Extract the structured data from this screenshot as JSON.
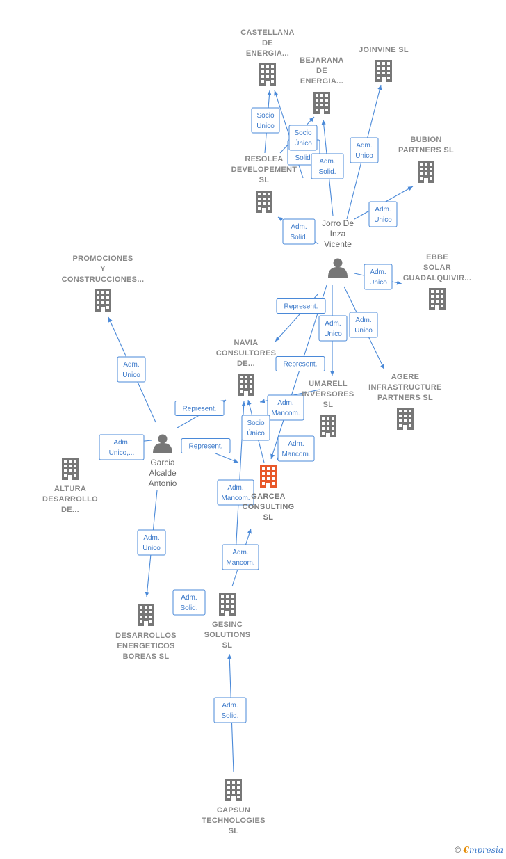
{
  "colors": {
    "edge": "#4a89d8",
    "company": "#777777",
    "center": "#e8582a",
    "person": "#777777"
  },
  "nodes": [
    {
      "id": "castellana",
      "type": "company",
      "label": [
        "CASTELLANA",
        "DE",
        "ENERGIA..."
      ]
    },
    {
      "id": "bejarana",
      "type": "company",
      "label": [
        "BEJARANA",
        "DE",
        "ENERGIA..."
      ]
    },
    {
      "id": "joinvine",
      "type": "company",
      "label": [
        "JOINVINE SL"
      ]
    },
    {
      "id": "bubion",
      "type": "company",
      "label": [
        "BUBION",
        "PARTNERS  SL"
      ]
    },
    {
      "id": "resolea",
      "type": "company",
      "label": [
        "RESOLEA",
        "DEVELOPEMENT",
        "SL"
      ]
    },
    {
      "id": "jorro",
      "type": "person",
      "label": [
        "Jorro De",
        "Inza",
        "Vicente"
      ]
    },
    {
      "id": "promociones",
      "type": "company",
      "label": [
        "PROMOCIONES",
        "Y",
        "CONSTRUCCIONES..."
      ]
    },
    {
      "id": "ebbe",
      "type": "company",
      "label": [
        "EBBE",
        "SOLAR",
        "GUADALQUIVIR..."
      ]
    },
    {
      "id": "navia",
      "type": "company",
      "label": [
        "NAVIA",
        "CONSULTORES",
        "DE..."
      ]
    },
    {
      "id": "umarell",
      "type": "company",
      "label": [
        "UMARELL",
        "INVERSORES",
        "SL"
      ]
    },
    {
      "id": "agere",
      "type": "company",
      "label": [
        "AGERE",
        "INFRASTRUCTURE",
        "PARTNERS  SL"
      ]
    },
    {
      "id": "garcia",
      "type": "person",
      "label": [
        "Garcia",
        "Alcalde",
        "Antonio"
      ]
    },
    {
      "id": "altura",
      "type": "company",
      "label": [
        "ALTURA",
        "DESARROLLO",
        "DE..."
      ]
    },
    {
      "id": "garcea",
      "type": "center",
      "label": [
        "GARCEA",
        "CONSULTING",
        "SL"
      ]
    },
    {
      "id": "desarrollos",
      "type": "company",
      "label": [
        "DESARROLLOS",
        "ENERGETICOS",
        "BOREAS SL"
      ]
    },
    {
      "id": "gesinc",
      "type": "company",
      "label": [
        "GESINC",
        "SOLUTIONS",
        "SL"
      ]
    },
    {
      "id": "capsun",
      "type": "company",
      "label": [
        "CAPSUN",
        "TECHNOLOGIES",
        "SL"
      ]
    }
  ],
  "edges": [
    {
      "from": "resolea",
      "to": "castellana",
      "label": [
        "Socio",
        "Único"
      ]
    },
    {
      "from": "jorro",
      "to": "castellana",
      "label": [
        "Adm.",
        "Solid."
      ]
    },
    {
      "from": "resolea",
      "to": "bejarana",
      "label": [
        "Socio",
        "Único"
      ]
    },
    {
      "from": "jorro",
      "to": "bejarana",
      "label": [
        "Adm.",
        "Solid."
      ]
    },
    {
      "from": "jorro",
      "to": "joinvine",
      "label": [
        "Adm.",
        "Unico"
      ]
    },
    {
      "from": "jorro",
      "to": "bubion",
      "label": [
        "Adm.",
        "Unico"
      ]
    },
    {
      "from": "jorro",
      "to": "resolea",
      "label": [
        "Adm.",
        "Solid."
      ]
    },
    {
      "from": "jorro",
      "to": "ebbe",
      "label": [
        "Adm.",
        "Unico"
      ]
    },
    {
      "from": "jorro",
      "to": "navia",
      "label": [
        "Represent."
      ]
    },
    {
      "from": "jorro",
      "to": "umarell",
      "label": [
        "Adm.",
        "Unico"
      ]
    },
    {
      "from": "jorro",
      "to": "agere",
      "label": [
        "Adm.",
        "Unico"
      ]
    },
    {
      "from": "jorro",
      "to": "garcea",
      "label": [
        "Represent."
      ]
    },
    {
      "from": "jorro",
      "to": "navia",
      "label": [
        "Adm.",
        "Mancom."
      ]
    },
    {
      "from": "garcia",
      "to": "promociones",
      "label": [
        "Adm.",
        "Unico"
      ]
    },
    {
      "from": "garcia",
      "to": "navia",
      "label": [
        "Represent."
      ]
    },
    {
      "from": "garcia",
      "to": "garcea",
      "label": [
        "Represent."
      ]
    },
    {
      "from": "garcia",
      "to": "altura",
      "label": [
        "Adm.",
        "Unico,..."
      ]
    },
    {
      "from": "garcia",
      "to": "desarrollos",
      "label": [
        "Adm.",
        "Unico"
      ]
    },
    {
      "from": "garcea",
      "to": "navia",
      "label": [
        "Socio",
        "Único"
      ]
    },
    {
      "from": "gesinc",
      "to": "navia",
      "label": [
        "Adm.",
        "Mancom."
      ]
    },
    {
      "from": "gesinc",
      "to": "garcea",
      "label": [
        "Adm.",
        "Mancom."
      ]
    },
    {
      "from": "gesinc",
      "to": "garcea",
      "label": [
        "Adm.",
        "Mancom."
      ]
    },
    {
      "from": "gesinc",
      "to": "desarrollos",
      "label": [
        "Adm.",
        "Solid."
      ]
    },
    {
      "from": "capsun",
      "to": "gesinc",
      "label": [
        "Adm.",
        "Solid."
      ]
    }
  ],
  "footer": {
    "copyright": "©",
    "brand_e": "€",
    "brand_rest": "mpresia"
  }
}
